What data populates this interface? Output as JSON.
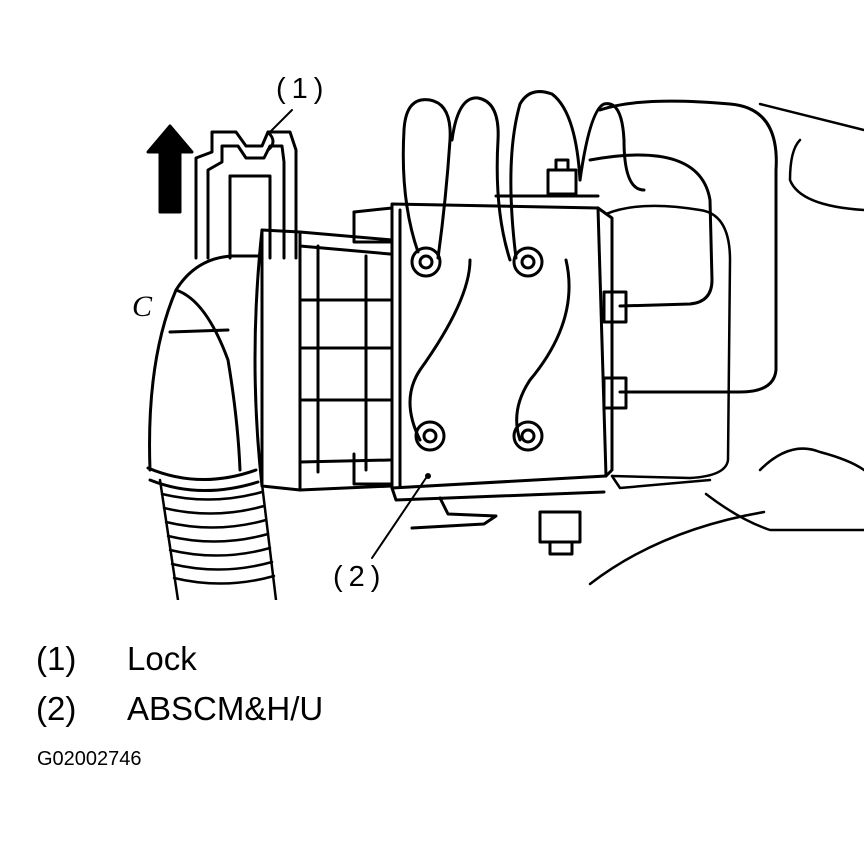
{
  "diagram": {
    "callouts": [
      {
        "id": "1",
        "text": "(1)"
      },
      {
        "id": "2",
        "text": "(2)"
      }
    ],
    "side_mark": "C",
    "legend": [
      {
        "number": "(1)",
        "label": "Lock"
      },
      {
        "number": "(2)",
        "label": "ABSCM&H/U"
      }
    ],
    "reference_code": "G02002746",
    "colors": {
      "line": "#000000",
      "background": "#ffffff"
    }
  }
}
